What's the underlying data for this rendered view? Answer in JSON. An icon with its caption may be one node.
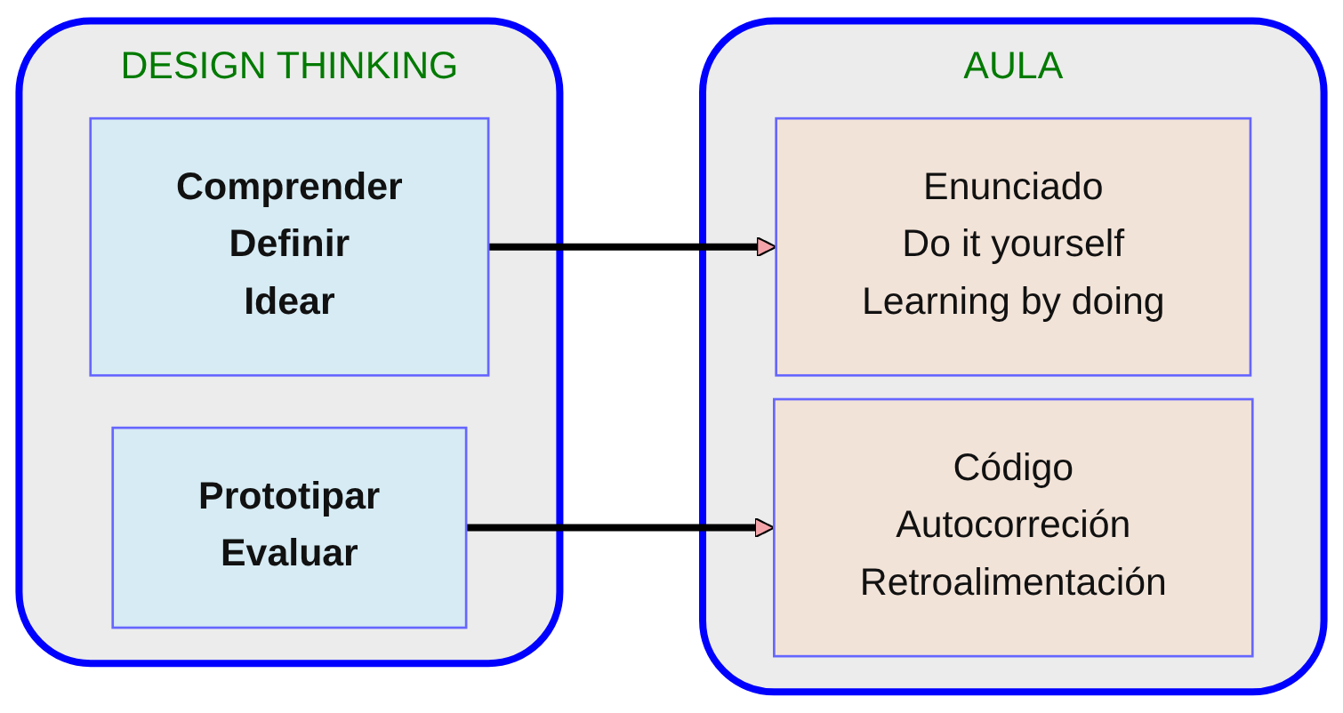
{
  "diagram": {
    "nodes": [
      {
        "text": [
          "DESIGN THINKING"
        ]
      },
      {
        "text": [
          "Comprender",
          "Definir",
          "Idear"
        ],
        "in": 0
      },
      {
        "text": [
          "Prototipar",
          "Evaluar"
        ],
        "in": 0
      },
      {
        "text": [
          "AULA"
        ]
      },
      {
        "text": [
          "Enunciado",
          "Do it yourself",
          "Learning by doing"
        ],
        "in": 3
      },
      {
        "text": [
          "Código",
          "Autocorreción",
          "Retroalimentación"
        ],
        "in": 3
      }
    ],
    "edges": [
      {
        "from": 1,
        "to": 4,
        "arrow": "to"
      },
      {
        "from": 2,
        "to": 5,
        "arrow": "to"
      }
    ]
  }
}
